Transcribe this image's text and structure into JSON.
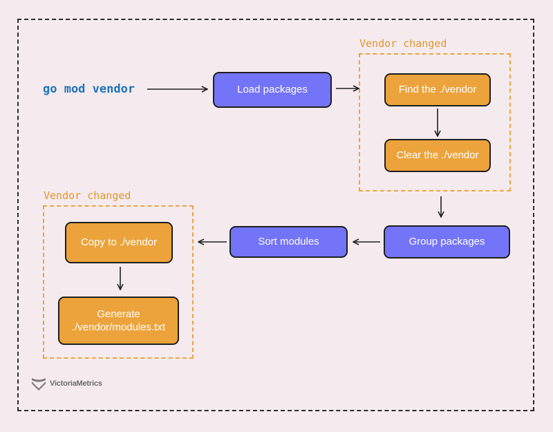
{
  "command": "go mod vendor",
  "groups": {
    "top": {
      "label": "Vendor changed"
    },
    "left": {
      "label": "Vendor changed"
    }
  },
  "nodes": {
    "load_packages": "Load packages",
    "find_vendor": "Find the ./vendor",
    "clear_vendor": "Clear the ./vendor",
    "group_packages": "Group packages",
    "sort_modules": "Sort modules",
    "copy_vendor": "Copy to ./vendor",
    "generate_modules": "Generate\n./vendor/modules.txt"
  },
  "colors": {
    "primary_step": "#7474f8",
    "vendor_step": "#eca33c",
    "command_text": "#1f74b8",
    "background": "#f5ebee"
  },
  "logo": {
    "text": "VictoriaMetrics",
    "icon": "victoriametrics-logo-icon"
  }
}
